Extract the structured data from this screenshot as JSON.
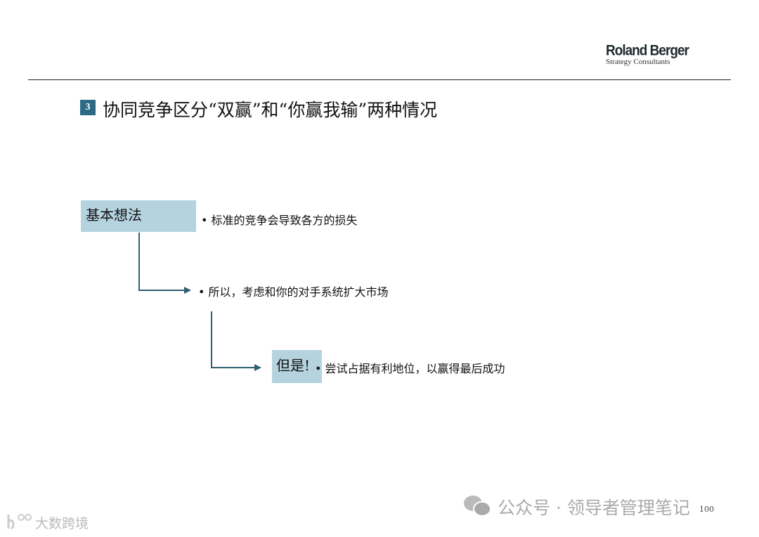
{
  "header": {
    "logo_name": "Roland Berger",
    "logo_tagline": "Strategy Consultants"
  },
  "slide": {
    "section_number": "3",
    "title": "协同竞争区分“双赢”和“你赢我输”两种情况",
    "box1_label": "基本想法",
    "point1": "• 标准的竞争会导致各方的损失",
    "point2": "• 所以，考虑和你的对手系统扩大市场",
    "box2_label": "但是!",
    "point3": "• 尝试占据有利地位，以赢得最后成功",
    "page_number": "100"
  },
  "watermarks": {
    "wechat": "公众号 · 领导者管理笔记",
    "brand": "大数跨境"
  },
  "colors": {
    "accent": "#2e6a85",
    "box": "#b5d3df",
    "arrow": "#2f5f70"
  }
}
